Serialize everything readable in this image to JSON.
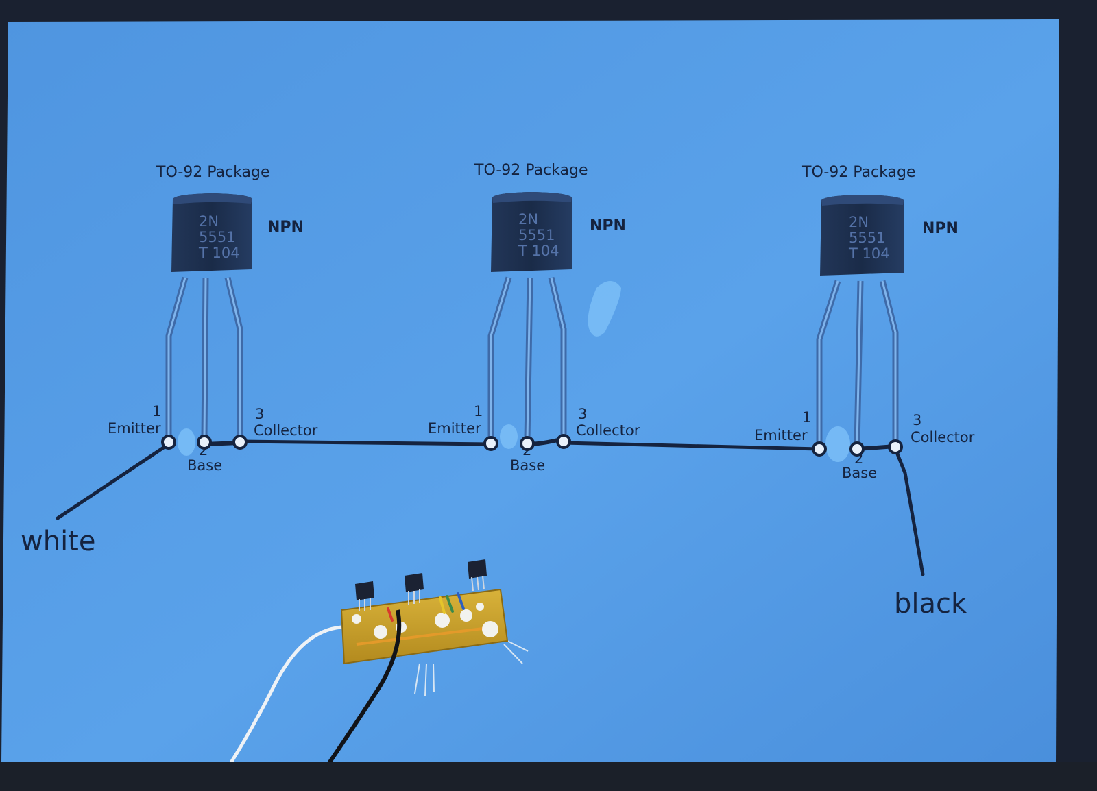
{
  "wire_labels": {
    "left": "white",
    "right": "black"
  },
  "transistors": [
    {
      "package": "TO-92 Package",
      "type": "NPN",
      "marking": [
        "2N",
        "5551",
        "T 104"
      ],
      "pins": {
        "emitter_num": "1",
        "emitter": "Emitter",
        "base_num": "2",
        "base": "Base",
        "collector_num": "3",
        "collector": "Collector"
      }
    },
    {
      "package": "TO-92 Package",
      "type": "NPN",
      "marking": [
        "2N",
        "5551",
        "T 104"
      ],
      "pins": {
        "emitter_num": "1",
        "emitter": "Emitter",
        "base_num": "2",
        "base": "Base",
        "collector_num": "3",
        "collector": "Collector"
      }
    },
    {
      "package": "TO-92 Package",
      "type": "NPN",
      "marking": [
        "2N",
        "5551",
        "T 104"
      ],
      "pins": {
        "emitter_num": "1",
        "emitter": "Emitter",
        "base_num": "2",
        "base": "Base",
        "collector_num": "3",
        "collector": "Collector"
      }
    }
  ],
  "colors": {
    "paper": "#5a9fe6",
    "ink": "#15233f",
    "transistor_body": "#1c2d4a",
    "highlight": "#74b8f5",
    "pcb": "#c9a42a"
  }
}
